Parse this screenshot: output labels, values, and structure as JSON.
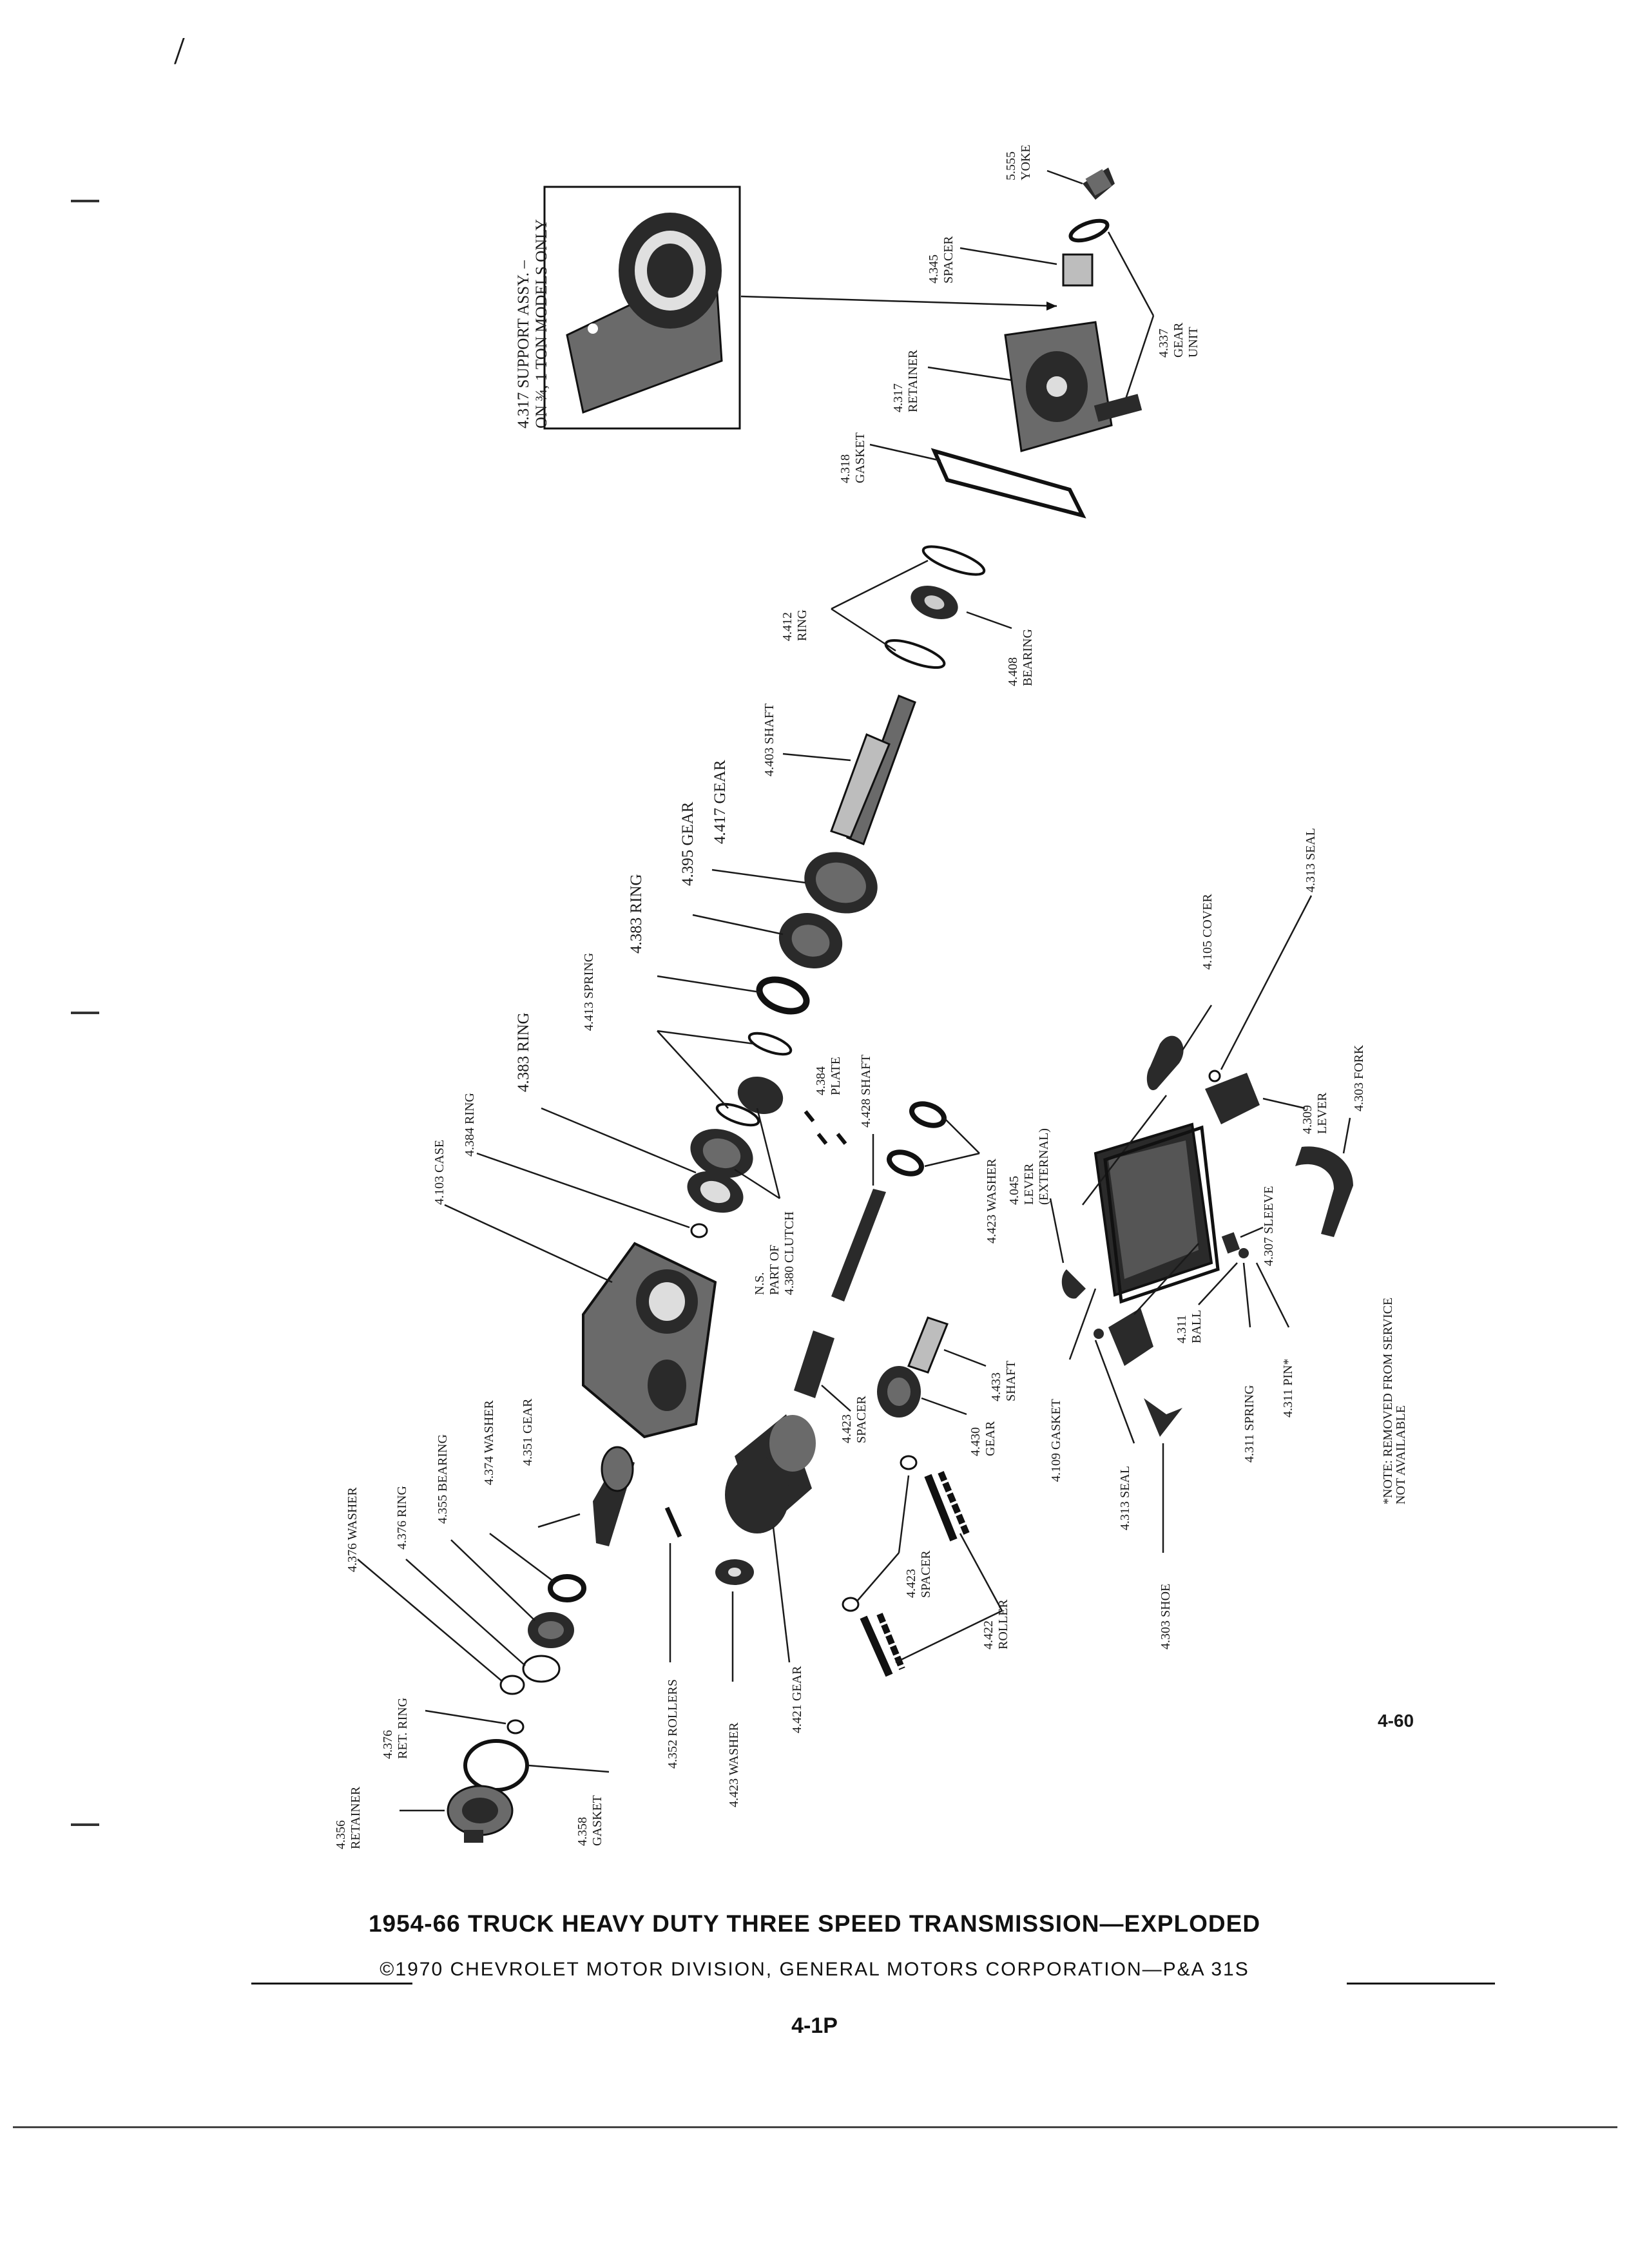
{
  "title": "1954-66 TRUCK HEAVY DUTY THREE SPEED TRANSMISSION—EXPLODED",
  "copyright": "©1970 CHEVROLET MOTOR DIVISION, GENERAL MOTORS CORPORATION—P&A 31S",
  "page_number": "4-1P",
  "figure_number": "4-60",
  "corner_mark": "/",
  "inset_label": [
    "4.317 SUPPORT ASSY. –",
    "ON ¾, 1 TON MODELS ONLY"
  ],
  "note": [
    "*NOTE: REMOVED FROM SERVICE",
    "NOT AVAILABLE"
  ],
  "callouts": {
    "yoke": [
      "5.555",
      "YOKE"
    ],
    "spacer_4345": [
      "4.345",
      "SPACER"
    ],
    "gear_unit": [
      "4.337",
      "GEAR",
      "UNIT"
    ],
    "retainer_4317": [
      "4.317",
      "RETAINER"
    ],
    "gasket_4318": [
      "4.318",
      "GASKET"
    ],
    "ring_4412": [
      "4.412",
      "RING"
    ],
    "bearing_4408": [
      "4.408",
      "BEARING"
    ],
    "shaft_4403": "4.403 SHAFT",
    "gear_4395": "4.395  GEAR",
    "gear_4417": "4.417  GEAR",
    "ring_4383_top": "4.383  RING",
    "spring_4413": "4.413  SPRING",
    "plate_4384": [
      "4.384",
      "PLATE"
    ],
    "shaft_4428": "4.428  SHAFT",
    "ring_4383": "4.383  RING",
    "ring_4384": "4.384  RING",
    "case_4103": "4.103  CASE",
    "clutch_4380": [
      "N.S.",
      "PART  OF",
      "4.380  CLUTCH"
    ],
    "washer_4423_top": "4.423  WASHER",
    "lever_4045": [
      "4.045",
      "LEVER",
      "(EXTERNAL)"
    ],
    "cover_4105": "4.105  COVER",
    "seal_4313_top": "4.313  SEAL",
    "lever_4309": [
      "4.309",
      "LEVER"
    ],
    "fork_4303": "4.303  FORK",
    "sleeve_4307": "4.307 SLEEVE",
    "ball_4311": [
      "4.311",
      "BALL"
    ],
    "spring_4311": "4.311 SPRING",
    "pin_4311": "4.311 PIN*",
    "gasket_4109": "4.109  GASKET",
    "seal_4313": "4.313  SEAL",
    "shoe_4303": "4.303  SHOE",
    "shaft_4433": [
      "4.433",
      "SHAFT"
    ],
    "gear_4430": [
      "4.430",
      "GEAR"
    ],
    "spacer_4423_mid": [
      "4.423",
      "SPACER"
    ],
    "spacer_4423_low": [
      "4.423",
      "SPACER"
    ],
    "roller_4422": [
      "4.422",
      "ROLLER"
    ],
    "gear_4421": "4.421  GEAR",
    "washer_4423_low": "4.423  WASHER",
    "rollers_4352": "4.352  ROLLERS",
    "gear_4351": "4.351  GEAR",
    "washer_4374": "4.374  WASHER",
    "bearing_4355": "4.355  BEARING",
    "ring_4376": "4.376  RING",
    "washer_4376": "4.376  WASHER",
    "ret_ring_4376": [
      "4.376",
      "RET.  RING"
    ],
    "gasket_4358": [
      "4.358",
      "GASKET"
    ],
    "retainer_4356": [
      "4.356",
      "RETAINER"
    ]
  }
}
